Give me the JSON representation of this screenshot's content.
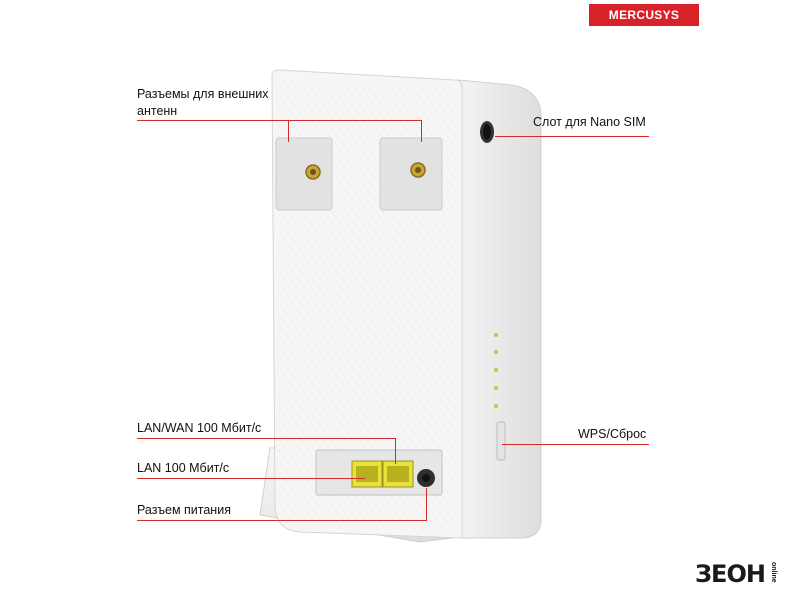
{
  "brand": {
    "logo_text": "MERCUSYS"
  },
  "callouts": {
    "antenna_line1": "Разъемы для внешних",
    "antenna_line2": "антенн",
    "sim_slot": "Слот для Nano SIM",
    "lan_wan": "LAN/WAN 100 Мбит/с",
    "lan": "LAN 100 Мбит/с",
    "power": "Разъем питания",
    "wps_reset": "WPS/Сброс"
  },
  "watermark": {
    "text": "ЗЕОН",
    "sub": "online"
  },
  "colors": {
    "accent": "#d32b2b",
    "logo_bg": "#d8222a",
    "port_yellow": "#e9e23a"
  }
}
